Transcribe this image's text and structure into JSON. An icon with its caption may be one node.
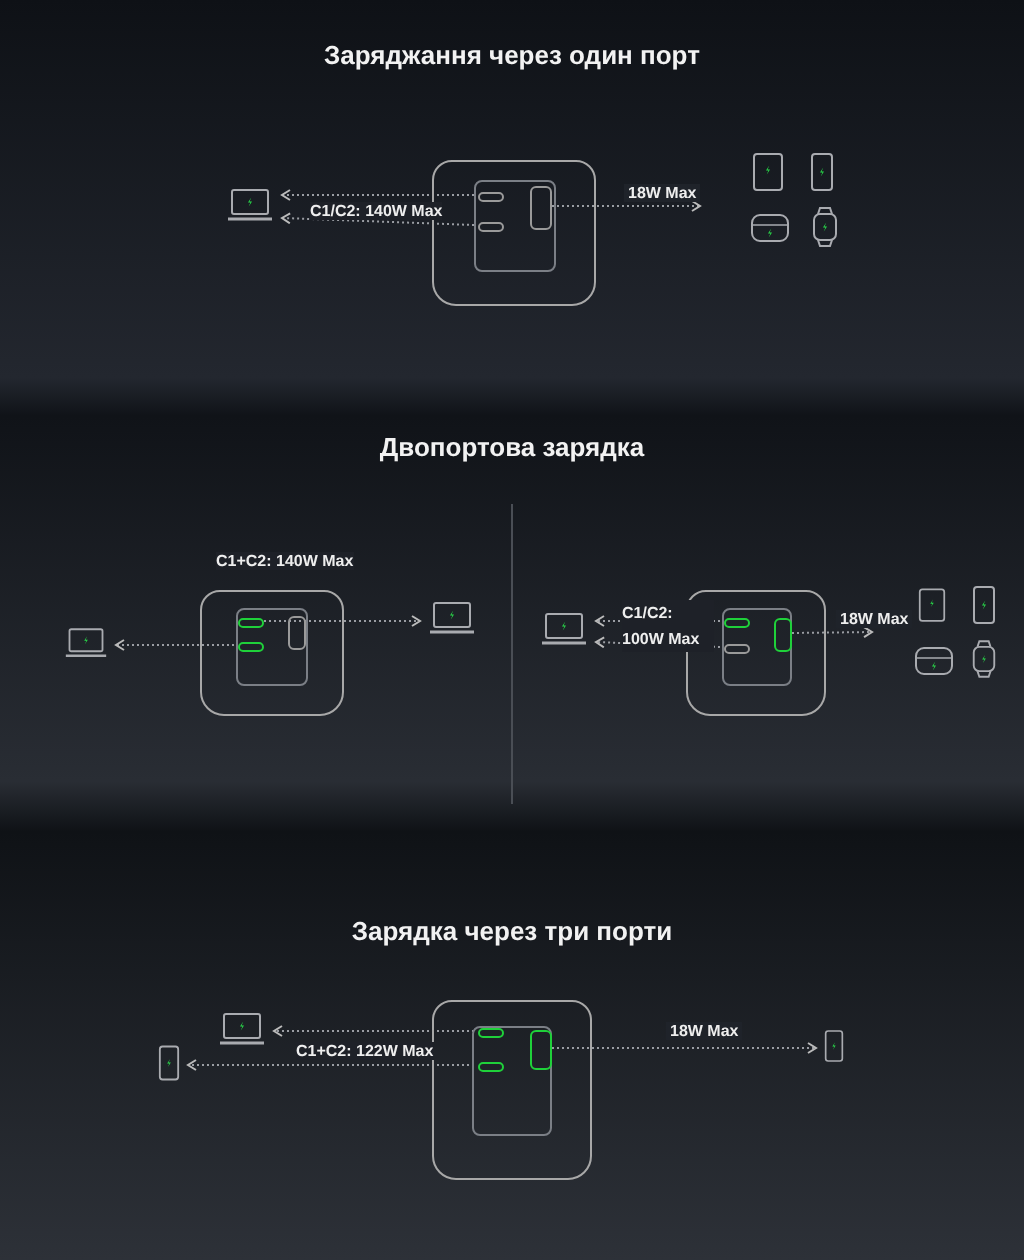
{
  "diagram": {
    "nodes": [
      {
        "text": [
          "Заряджання через один порт"
        ]
      },
      {
        "text": [],
        "shape": "laptop",
        "in": 0
      },
      {
        "text": [],
        "shape": "box",
        "in": 0
      },
      {
        "text": [],
        "shape": "box",
        "in": 2
      },
      {
        "text": [],
        "shape": "box",
        "in": 2
      },
      {
        "text": [],
        "shape": "box",
        "in": 2
      },
      {
        "text": [],
        "shape": "tablet",
        "in": 0
      },
      {
        "text": [],
        "shape": "phone",
        "in": 0
      },
      {
        "text": [],
        "shape": "case",
        "in": 0
      },
      {
        "text": [],
        "shape": "watch",
        "in": 0
      },
      {
        "text": [
          "Двопортова зарядка"
        ]
      },
      {
        "text": [],
        "shape": "laptop",
        "in": 10
      },
      {
        "text": [],
        "shape": "box",
        "in": 10
      },
      {
        "text": [],
        "shape": "box",
        "in": 12
      },
      {
        "text": [],
        "shape": "box",
        "in": 12
      },
      {
        "text": [],
        "shape": "box",
        "in": 12
      },
      {
        "text": [],
        "shape": "laptop",
        "in": 10
      },
      {
        "text": [],
        "shape": "laptop",
        "in": 10
      },
      {
        "text": [],
        "shape": "box",
        "in": 10
      },
      {
        "text": [],
        "shape": "box",
        "in": 18
      },
      {
        "text": [],
        "shape": "box",
        "in": 18
      },
      {
        "text": [],
        "shape": "box",
        "in": 18
      },
      {
        "text": [],
        "shape": "tablet",
        "in": 10
      },
      {
        "text": [],
        "shape": "phone",
        "in": 10
      },
      {
        "text": [],
        "shape": "case",
        "in": 10
      },
      {
        "text": [],
        "shape": "watch",
        "in": 10
      },
      {
        "text": [
          "Зарядка через три порти"
        ]
      },
      {
        "text": [],
        "shape": "phone",
        "in": 26
      },
      {
        "text": [],
        "shape": "laptop",
        "in": 26
      },
      {
        "text": [],
        "shape": "box",
        "in": 26
      },
      {
        "text": [],
        "shape": "box",
        "in": 29
      },
      {
        "text": [],
        "shape": "box",
        "in": 29
      },
      {
        "text": [],
        "shape": "box",
        "in": 29
      },
      {
        "text": [],
        "shape": "phone",
        "in": 26
      }
    ],
    "edges": [
      {
        "from": 3,
        "to": 1,
        "arrow": "to"
      },
      {
        "from": 4,
        "to": 1,
        "arrow": "to"
      },
      {
        "from": 5,
        "to": null,
        "arrow": "to",
        "label": "18W Max"
      },
      {
        "from": 14,
        "to": 11,
        "arrow": "to"
      },
      {
        "from": 13,
        "to": 16,
        "arrow": "to"
      },
      {
        "from": 19,
        "to": 17,
        "arrow": "to"
      },
      {
        "from": 20,
        "to": 17,
        "arrow": "to"
      },
      {
        "from": 21,
        "to": null,
        "arrow": "to",
        "label": "18W Max"
      },
      {
        "from": 30,
        "to": 28,
        "arrow": "to"
      },
      {
        "from": 31,
        "to": 27,
        "arrow": "to"
      },
      {
        "from": 32,
        "to": 33,
        "arrow": "to",
        "label": "18W Max"
      }
    ],
    "labels": [
      "C1/C2: 140W Max",
      "C1+C2: 140W Max",
      "C1/C2: 100W Max",
      "C1+C2: 122W Max"
    ]
  }
}
